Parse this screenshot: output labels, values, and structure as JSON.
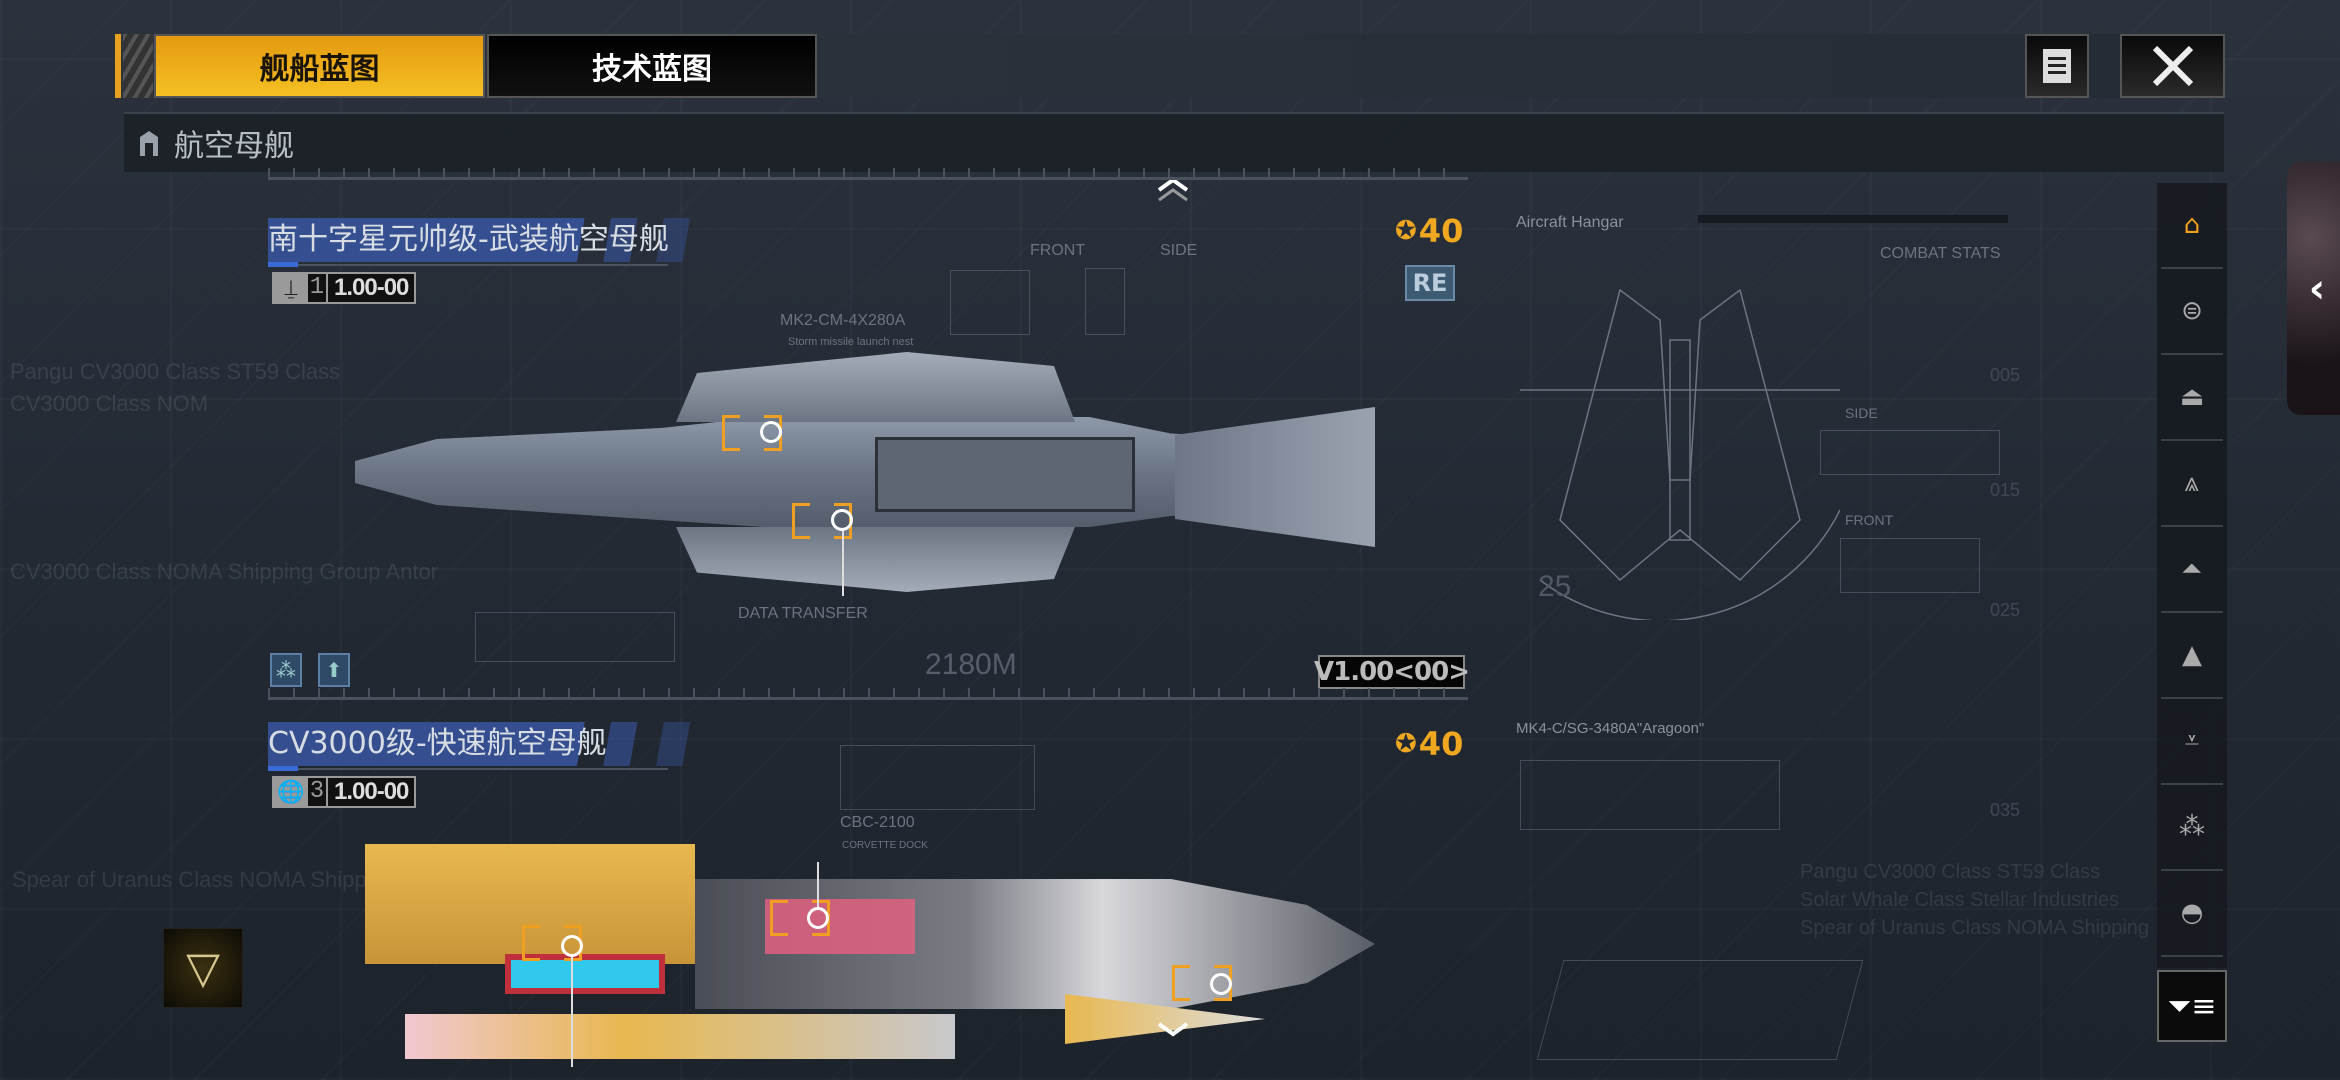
{
  "tabs": [
    {
      "label": "舰船蓝图",
      "active": true
    },
    {
      "label": "技术蓝图",
      "active": false
    }
  ],
  "toolbar": {
    "doc_icon": "document-list-icon",
    "close_icon": "close-icon"
  },
  "category": {
    "icon": "carrier-icon",
    "label": "航空母舰"
  },
  "ships": [
    {
      "name": "南十字星元帅级-武装航空母舰",
      "tier": "1",
      "version": "1.00-00",
      "cost": "40",
      "tag": "RE",
      "length": "2180M",
      "blueprint_version": "V1.00<00>",
      "callout_code": "MK2-CM-4X280A",
      "callout_desc": "Storm missile launch nest",
      "labels": {
        "front": "FRONT",
        "side": "SIDE",
        "data": "DATA TRANSFER"
      }
    },
    {
      "name": "CV3000级-快速航空母舰",
      "tier": "3",
      "version": "1.00-00",
      "cost": "40",
      "callout_code": "CBC-2100",
      "callout_desc": "CORVETTE DOCK"
    }
  ],
  "blueprint": {
    "hangar": "Aircraft Hangar",
    "combat_stats": "COMBAT STATS",
    "side": "SIDE",
    "front": "FRONT",
    "number": "25",
    "module": "MK4-C/SG-3480A\"Aragoon\"",
    "scale": [
      "005",
      "015",
      "025",
      "035"
    ]
  },
  "background_text": [
    "Pangu CV3000 Class ST59 Class",
    "CV3000 Class NOM",
    "CV3000 Class NOMA Shipping Group Antor",
    "Spear of Uranus Class NOMA Shipping Group",
    "Pangu CV3000 Class ST59 Class",
    "Solar Whale Class Stellar Industries",
    "Spear of Uranus Class NOMA Shipping"
  ],
  "sidebar": {
    "items": [
      "carrier",
      "cruiser",
      "destroyer",
      "frigate",
      "corvette",
      "fighter",
      "support",
      "formation",
      "other"
    ],
    "active": 0
  },
  "colors": {
    "accent": "#f0a820",
    "title_band": "#3755a0"
  }
}
